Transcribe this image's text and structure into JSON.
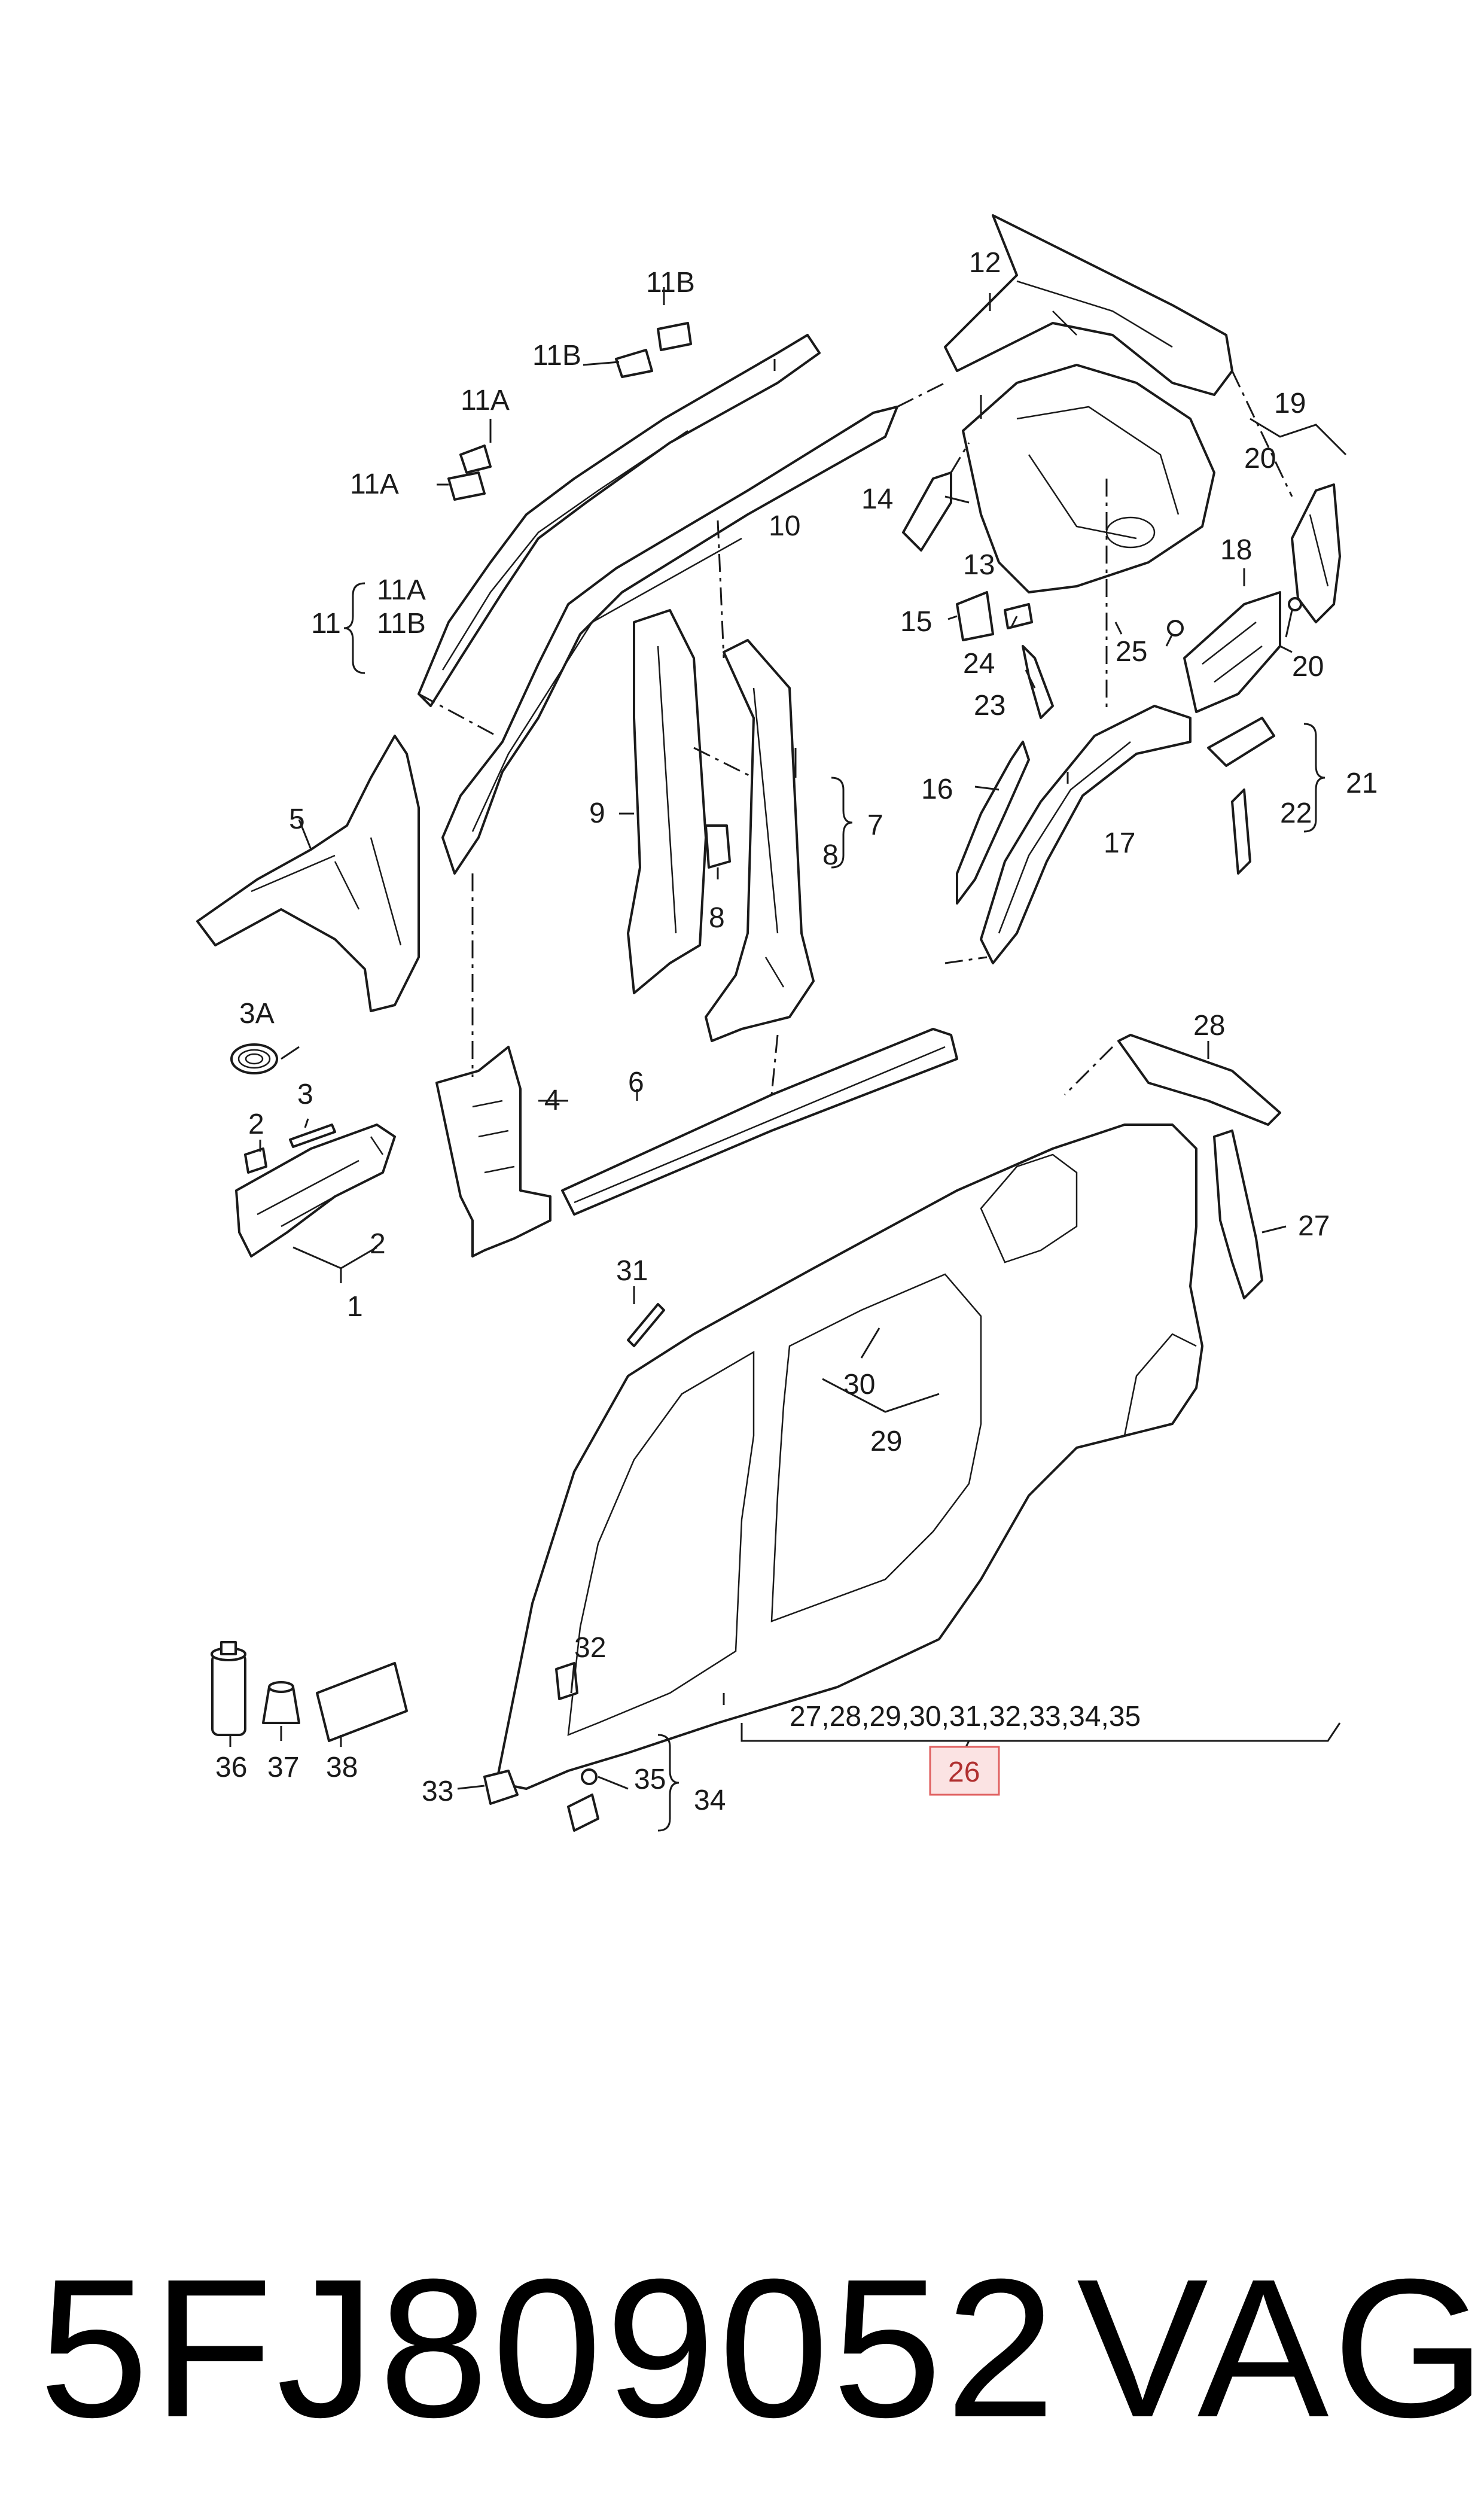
{
  "diagram": {
    "callouts": {
      "c1": "1",
      "c2a": "2",
      "c2b": "2",
      "c3": "3",
      "c3A": "3A",
      "c4": "4",
      "c5": "5",
      "c6": "6",
      "c7": "7",
      "c8a": "8",
      "c8b": "8",
      "c9": "9",
      "c10": "10",
      "c11": "11",
      "c11Aa": "11A",
      "c11Ab": "11A",
      "c11Ac": "11A",
      "c11Ba": "11B",
      "c11Bb": "11B",
      "c11Bc": "11B",
      "c12": "12",
      "c13": "13",
      "c14": "14",
      "c15": "15",
      "c16": "16",
      "c17": "17",
      "c18": "18",
      "c19": "19",
      "c20a": "20",
      "c20b": "20",
      "c21": "21",
      "c22": "22",
      "c23": "23",
      "c24": "24",
      "c25": "25",
      "c27": "27",
      "c28": "28",
      "c29": "29",
      "c30": "30",
      "c31": "31",
      "c32": "32",
      "c33": "33",
      "c34": "34",
      "c35": "35",
      "c36": "36",
      "c37": "37",
      "c38": "38",
      "assembly_list": "27,28,29,30,31,32,33,34,35",
      "highlight": "26"
    },
    "highlight_color": "#fbe3e3",
    "highlight_border": "#e06060"
  },
  "footer": {
    "part_number": "5FJ809052",
    "brand": "VAG"
  }
}
